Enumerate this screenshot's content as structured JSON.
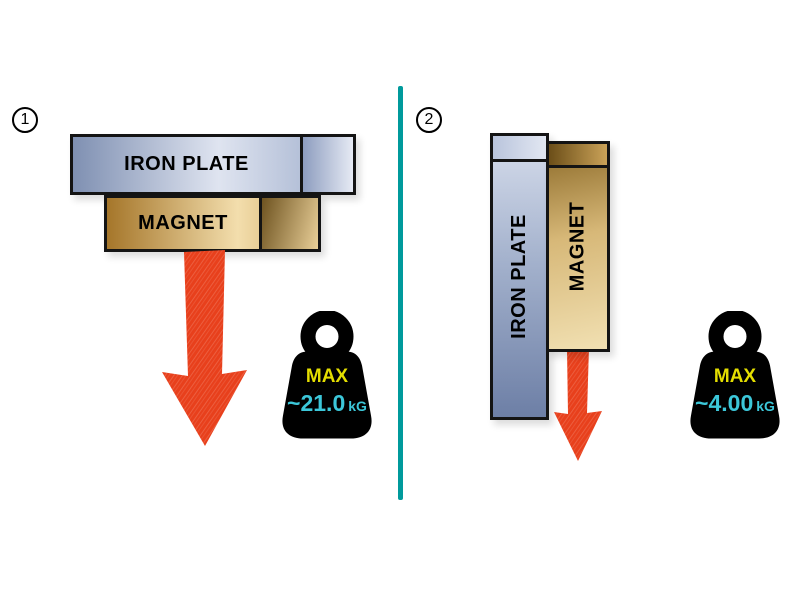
{
  "divider": {
    "color": "#009a9c"
  },
  "colors": {
    "arrow": "#e8401c",
    "weight_body": "#000000",
    "max_label": "#e4de00",
    "value_text": "#3cc7d9",
    "block_border": "#141414"
  },
  "panel1": {
    "number": "1",
    "iron_plate_label": "IRON PLATE",
    "magnet_label": "MAGNET",
    "weight": {
      "max_label": "MAX",
      "value": "~21.0",
      "unit": "kG"
    }
  },
  "panel2": {
    "number": "2",
    "iron_plate_label": "IRON PLATE",
    "magnet_label": "MAGNET",
    "weight": {
      "max_label": "MAX",
      "value": "~4.00",
      "unit": "kG"
    }
  }
}
